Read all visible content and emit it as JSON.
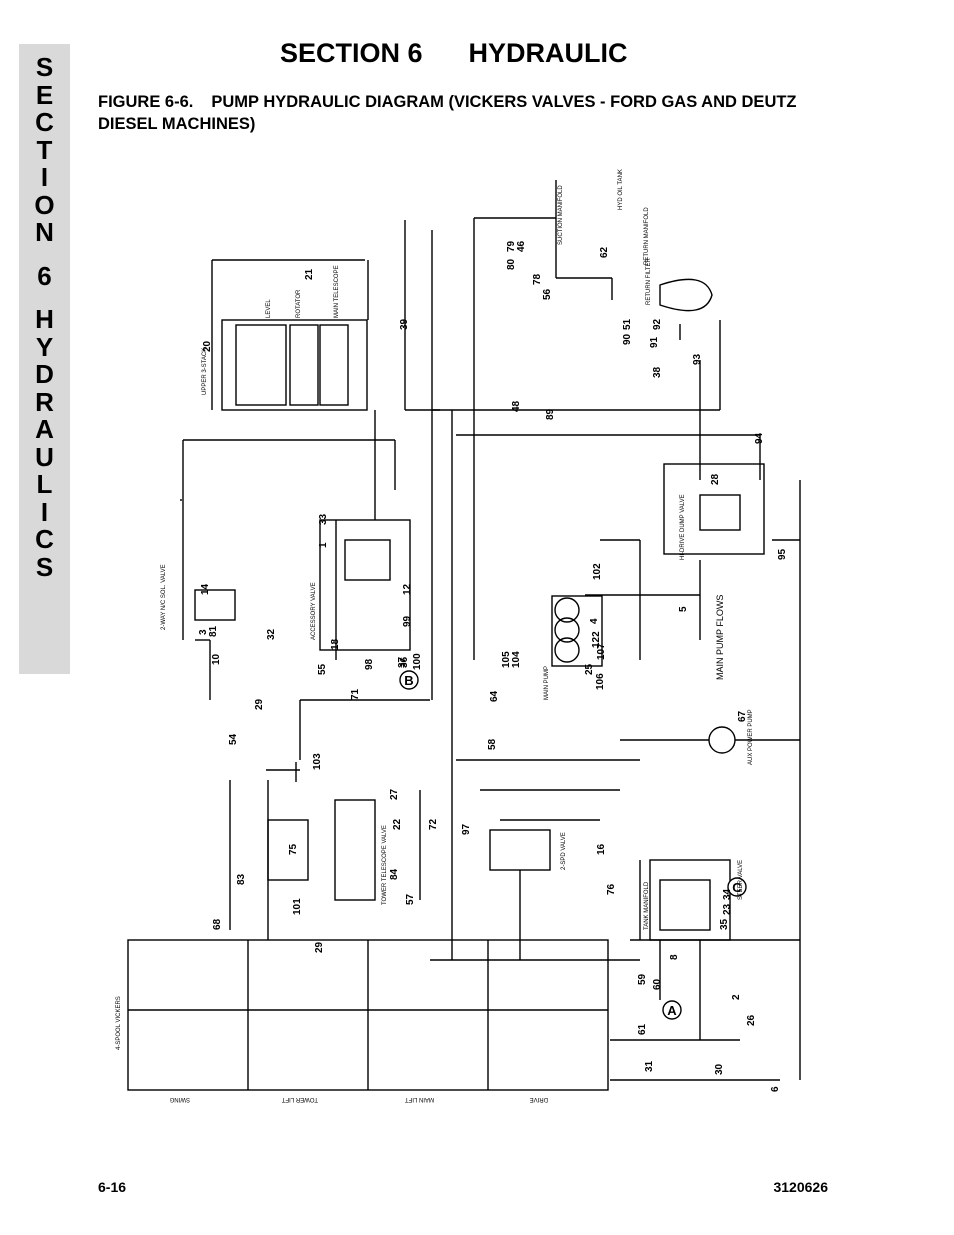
{
  "side_tab": {
    "letters": [
      "S",
      "E",
      "C",
      "T",
      "I",
      "O",
      "N",
      "",
      "6",
      "",
      "H",
      "Y",
      "D",
      "R",
      "A",
      "U",
      "L",
      "I",
      "C",
      "S"
    ]
  },
  "header": {
    "section": "SECTION 6",
    "title": "HYDRAULIC"
  },
  "figure": {
    "number": "FIGURE 6-6.",
    "caption": "PUMP HYDRAULIC DIAGRAM (VICKERS VALVES - FORD GAS AND DEUTZ DIESEL MACHINES)"
  },
  "diagram": {
    "component_labels": {
      "hyd_oil_tank": "HYD OIL TANK",
      "suction_manifold": "SUCTION MANIFOLD",
      "return_manifold": "RETURN MANIFOLD",
      "return_filter": "RETURN FILTER",
      "upper_3_stack": "UPPER 3-STACK",
      "level": "LEVEL",
      "rotator": "ROTATOR",
      "main_telescope": "MAIN TELESCOPE",
      "accessory_valve": "ACCESSORY VALVE",
      "two_way_nc_sol_valve": "2-WAY N/C SOL. VALVE",
      "hi_drive_dump_valve": "HI-DRIVE DUMP VALVE",
      "main_pump": "MAIN PUMP",
      "aux_power_pump": "AUX POWER PUMP",
      "main_pump_flows": "MAIN PUMP FLOWS",
      "tower_telescope_valve": "TOWER TELESCOPE VALVE",
      "two_spd_valve": "2-SPD VALVE",
      "steer_valve": "STEER VALVE",
      "tank_manifold": "TANK MANIFOLD",
      "four_spool_vickers": "4-SPOOL VICKERS",
      "swing": "SWING",
      "tower_lift": "TOWER LIFT",
      "main_lift": "MAIN LIFT",
      "drive": "DRIVE"
    },
    "callouts": {
      "A": "A",
      "B": "B",
      "C": "C"
    },
    "line_numbers": [
      "1",
      "2",
      "3",
      "4",
      "5",
      "6",
      "8",
      "10",
      "12",
      "14",
      "16",
      "18",
      "20",
      "21",
      "22",
      "23",
      "25",
      "26",
      "27",
      "28",
      "29",
      "30",
      "31",
      "32",
      "33",
      "34",
      "35",
      "36",
      "37",
      "38",
      "39",
      "46",
      "48",
      "51",
      "54",
      "55",
      "56",
      "57",
      "58",
      "59",
      "60",
      "61",
      "62",
      "64",
      "67",
      "68",
      "71",
      "72",
      "75",
      "76",
      "78",
      "79",
      "80",
      "81",
      "83",
      "84",
      "89",
      "90",
      "91",
      "92",
      "93",
      "94",
      "95",
      "97",
      "98",
      "99",
      "100",
      "101",
      "102",
      "103",
      "104",
      "105",
      "106",
      "107",
      "122"
    ]
  },
  "footer": {
    "page": "6-16",
    "doc_number": "3120626"
  }
}
